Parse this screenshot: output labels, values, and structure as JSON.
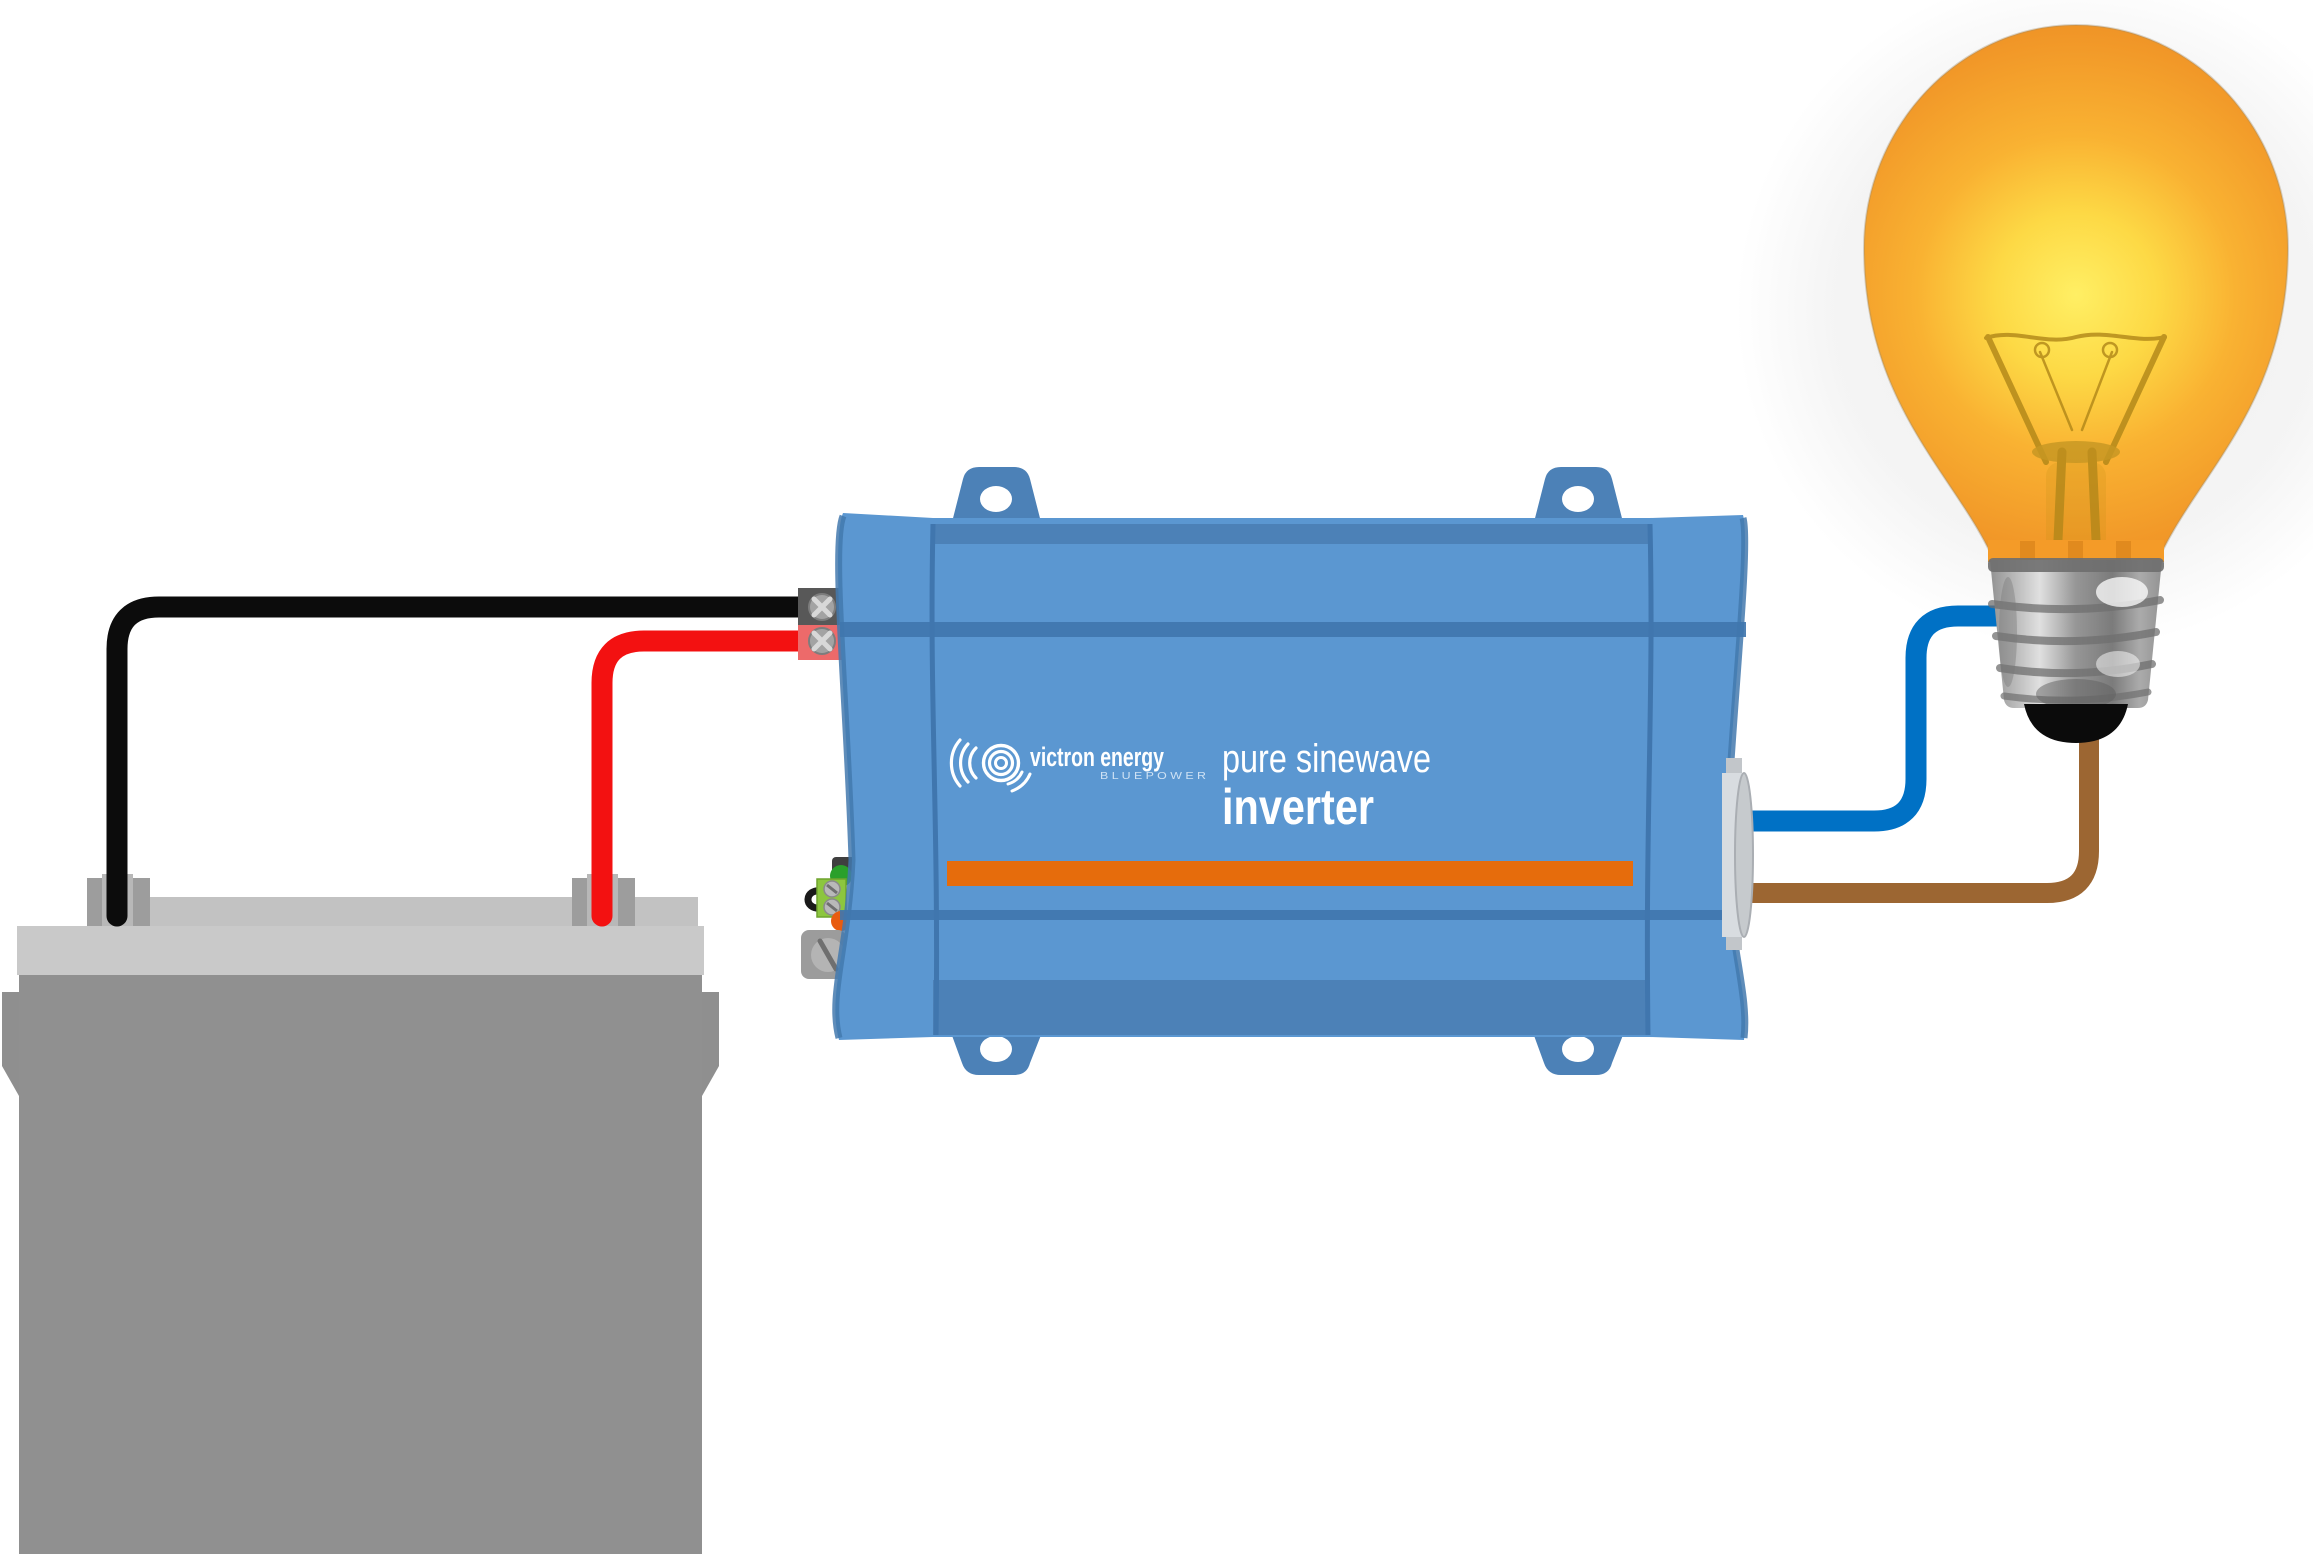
{
  "diagram": {
    "title": "Battery to pure sinewave inverter to light bulb wiring illustration",
    "inverter": {
      "brand": "victron energy",
      "brand_sub": "B L U E   P O W E R",
      "label_line1": "pure sinewave",
      "label_line2": "inverter",
      "body_color": "#5b97d1",
      "edge_color": "#4c81b7",
      "seam_color": "#4076ae",
      "stripe_color": "#e66c0c",
      "dc_terminal_negative_color": "#585858",
      "dc_terminal_positive_color": "#ed6a6a",
      "remote_connector_color": "#8cc63e",
      "power_led_color": "#2aa02a",
      "alarm_led_color": "#e85c10",
      "ac_outlet_color": "#d8dce0"
    },
    "battery": {
      "body_color": "#909090",
      "top_band_color": "#c9c9c9",
      "ridge_color": "#c2c2c2",
      "post_cap_color": "#b8b8b8",
      "post_side_color": "#9d9d9d"
    },
    "bulb": {
      "glow_center_color": "#ffef64",
      "glass_color": "#f29a29",
      "filament_color": "#b08618",
      "neck_color": "#f49b28",
      "base_color": "#9a9a9a",
      "tip_color": "#0b0b0b"
    },
    "wires": [
      {
        "name": "battery-negative-cable",
        "color": "#0c0c0c"
      },
      {
        "name": "battery-positive-cable",
        "color": "#f31111"
      },
      {
        "name": "ac-line-wire",
        "color": "#0071c5"
      },
      {
        "name": "ac-neutral-wire",
        "color": "#9c6632"
      }
    ]
  }
}
